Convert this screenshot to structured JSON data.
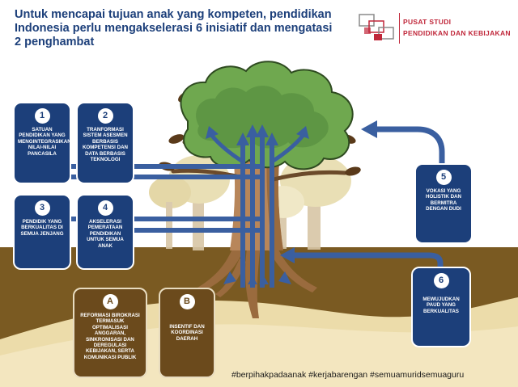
{
  "title_lines": [
    "Untuk mencapai tujuan anak yang kompeten, pendidikan",
    "Indonesia perlu mengakselerasi 6 inisiatif dan mengatasi",
    "2 penghambat"
  ],
  "logo": {
    "line1": "PUSAT STUDI",
    "line2": "PENDIDIKAN DAN KEBIJAKAN"
  },
  "colors": {
    "initiative_box": "#1c3f7a",
    "obstacle_box": "#6b4a1c",
    "ground": "#7a5a22",
    "sand": "#ecdcaa",
    "canopy": "#6fa84f",
    "trunk": "#b8865a",
    "arrow": "#3a5fa0",
    "title": "#1c3f7a",
    "logo_red": "#c0273a"
  },
  "initiatives": [
    {
      "num": "1",
      "label": "Satuan Pendidikan yang Mengintegrasikan Nilai-Nilai Pancasila"
    },
    {
      "num": "2",
      "label": "Tranformasi Sistem Asesmen Berbasis Kompetensi dan Data Berbasis Teknologi"
    },
    {
      "num": "3",
      "label": "Pendidik yang Berkualitas di Semua Jenjang"
    },
    {
      "num": "4",
      "label": "Akselerasi Pemerataan Pendidikan untuk Semua Anak"
    },
    {
      "num": "5",
      "label": "Vokasi yang Holistik dan Bermitra dengan DUDI"
    },
    {
      "num": "6",
      "label": "Mewujudkan PAUD yang Berkualitas"
    }
  ],
  "obstacles": [
    {
      "letter": "A",
      "label": "Reformasi Birokrasi termasuk Optimalisasi Anggaran, Sinkronisasi dan Deregulasi Kebijakan, serta Komunikasi Publik"
    },
    {
      "letter": "B",
      "label": "Insentif dan Koordinasi Daerah"
    }
  ],
  "hashtags": "#berpihakpadaanak #kerjabarengan #semuamuridsemuaguru"
}
